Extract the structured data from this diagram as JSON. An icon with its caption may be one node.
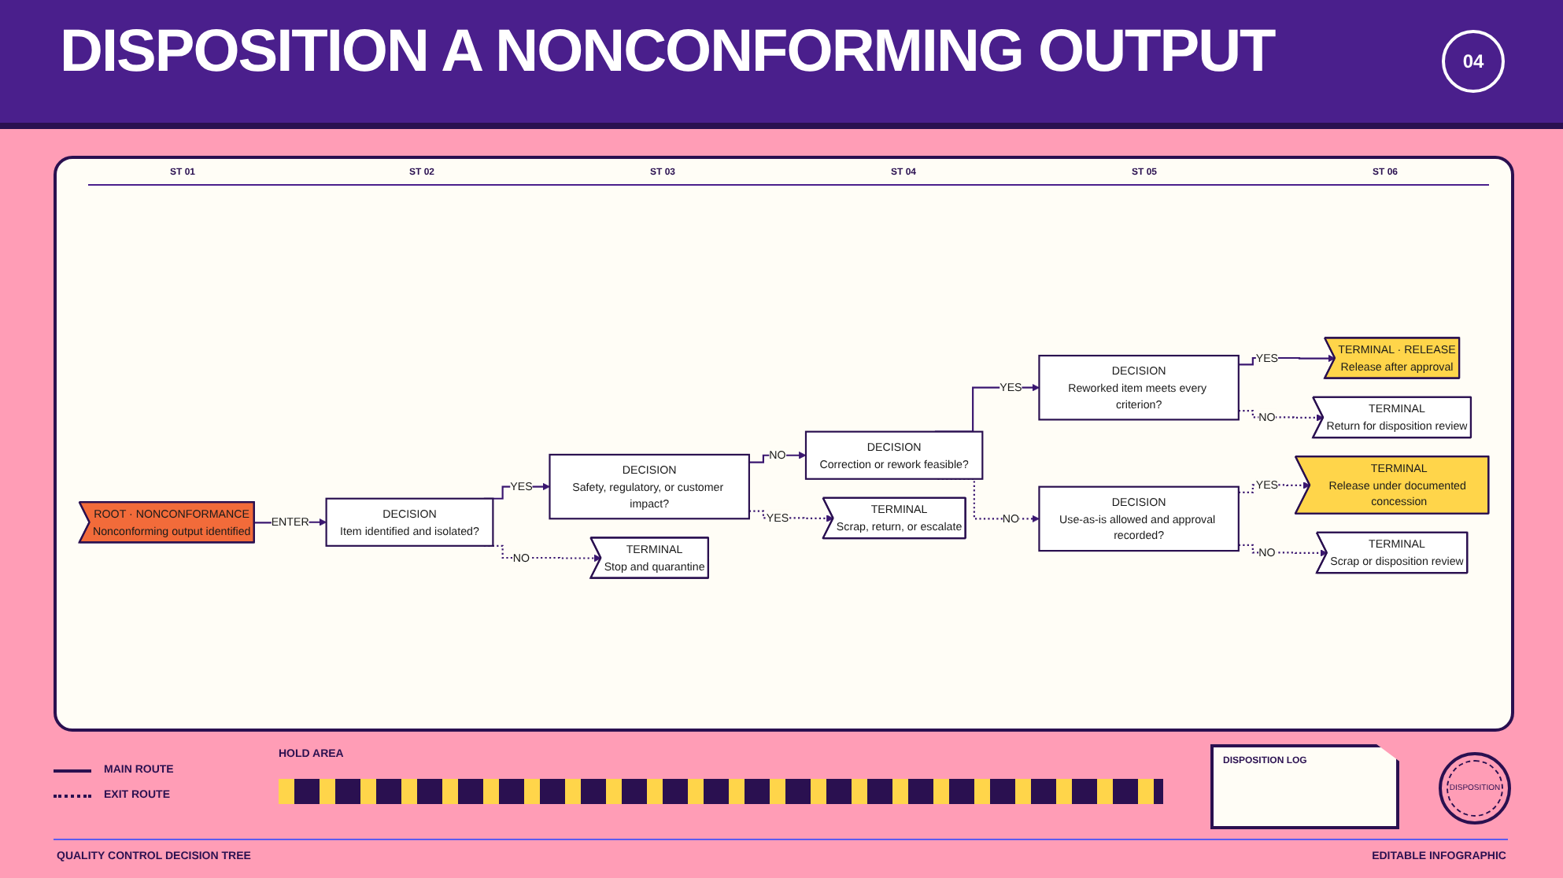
{
  "diagram": {
    "title": "DISPOSITION A NONCONFORMING OUTPUT",
    "nodes": [
      {
        "text": [
          "ROOT · NONCONFORMANCE",
          "Nonconforming output identified"
        ]
      },
      {
        "text": [
          "DECISION",
          "Item identified and isolated?"
        ]
      },
      {
        "text": [
          "DECISION",
          "Safety, regulatory, or customer impact?"
        ]
      },
      {
        "text": [
          "DECISION",
          "Correction or rework feasible?"
        ]
      },
      {
        "text": [
          "DECISION",
          "Reworked item meets every criterion?"
        ]
      },
      {
        "text": [
          "TERMINAL · RELEASE",
          "Release after approval"
        ]
      },
      {
        "text": [
          "TERMINAL",
          "Stop and quarantine"
        ]
      },
      {
        "text": [
          "TERMINAL",
          "Scrap, return, or escalate"
        ]
      },
      {
        "text": [
          "DECISION",
          "Use-as-is allowed and approval recorded?"
        ]
      },
      {
        "text": [
          "TERMINAL",
          "Return for disposition review"
        ]
      },
      {
        "text": [
          "TERMINAL",
          "Release under documented concession"
        ]
      },
      {
        "text": [
          "TERMINAL",
          "Scrap or disposition review"
        ]
      }
    ],
    "edges": [
      {
        "from": 0,
        "to": 1,
        "arrow": "to",
        "label": "ENTER"
      },
      {
        "from": 1,
        "to": 2,
        "arrow": "to",
        "label": "YES"
      },
      {
        "from": 2,
        "to": 3,
        "arrow": "to",
        "label": "NO"
      },
      {
        "from": 3,
        "to": 4,
        "arrow": "to",
        "label": "YES"
      },
      {
        "from": 4,
        "to": 5,
        "arrow": "to",
        "label": "YES"
      },
      {
        "from": 1,
        "to": 6,
        "arrow": "to",
        "label": "NO",
        "style": "dashed"
      },
      {
        "from": 2,
        "to": 7,
        "arrow": "to",
        "label": "YES",
        "style": "dashed"
      },
      {
        "from": 3,
        "to": 8,
        "arrow": "to",
        "label": "NO",
        "style": "dashed"
      },
      {
        "from": 4,
        "to": 9,
        "arrow": "to",
        "label": "NO",
        "style": "dashed"
      },
      {
        "from": 8,
        "to": 10,
        "arrow": "to",
        "label": "YES",
        "style": "dashed"
      },
      {
        "from": 8,
        "to": 11,
        "arrow": "to",
        "label": "NO",
        "style": "dashed"
      }
    ],
    "labels": [
      "04",
      "ST 01",
      "ST 02",
      "ST 03",
      "ST 04",
      "ST 05",
      "ST 06",
      "HOLD AREA",
      "DISPOSITION LOG",
      "DISPOSITION",
      "QUALITY CONTROL DECISION TREE",
      "EDITABLE INFOGRAPHIC"
    ],
    "legend": [
      {
        "text": "MAIN ROUTE"
      },
      {
        "text": "EXIT ROUTE"
      }
    ]
  }
}
